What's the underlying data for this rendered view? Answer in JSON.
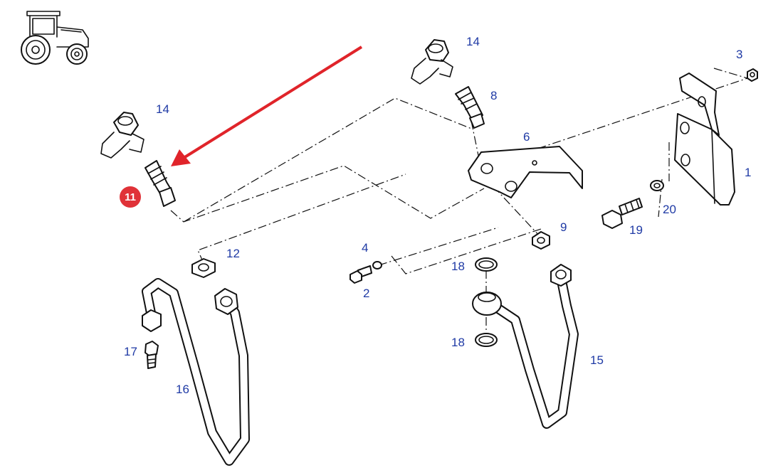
{
  "highlight": {
    "part": "11",
    "color": "#e03238",
    "arrow_color": "#e0242a"
  },
  "part_labels": {
    "p1": "1",
    "p2": "2",
    "p3": "3",
    "p4": "4",
    "p6": "6",
    "p8": "8",
    "p9": "9",
    "p12": "12",
    "p14a": "14",
    "p14b": "14",
    "p15": "15",
    "p16": "16",
    "p17": "17",
    "p18a": "18",
    "p18b": "18",
    "p19": "19",
    "p20": "20"
  },
  "colors": {
    "label": "#1f3aa5",
    "line": "#111111"
  },
  "icons": [
    "tractor-icon"
  ]
}
